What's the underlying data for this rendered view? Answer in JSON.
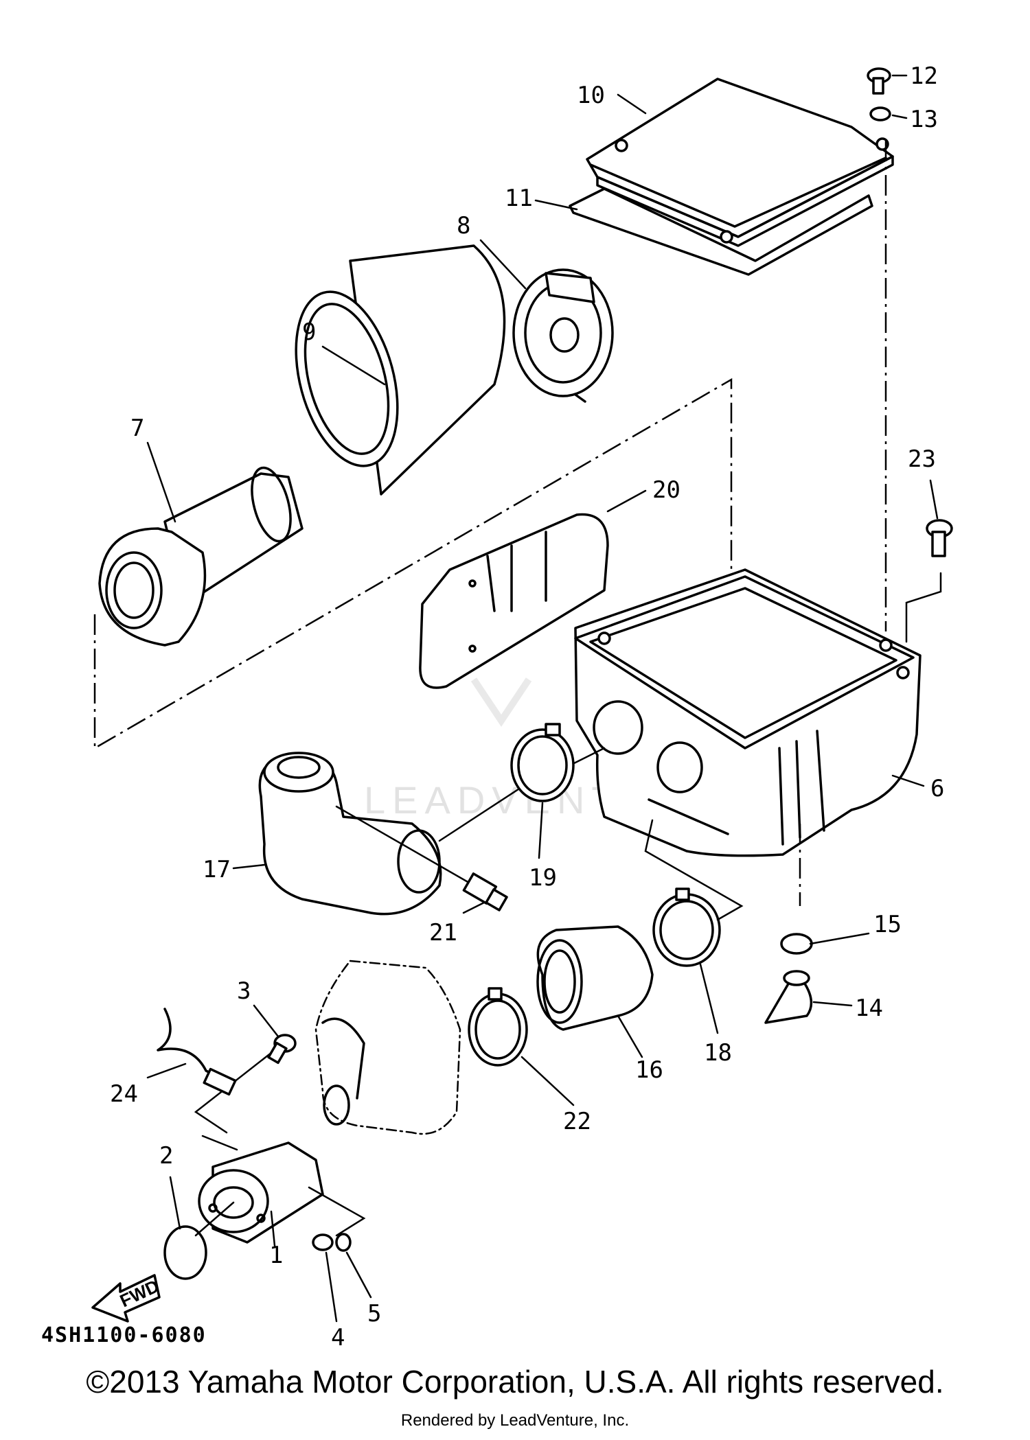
{
  "parts": [
    "1",
    "2",
    "3",
    "4",
    "5",
    "6",
    "7",
    "8",
    "9",
    "10",
    "11",
    "12",
    "13",
    "14",
    "15",
    "16",
    "17",
    "18",
    "19",
    "20",
    "21",
    "22",
    "23",
    "24"
  ],
  "diagram_code": "4SH1100-6080",
  "fwd_label": "FWD",
  "watermark": "LEADVENTURE",
  "copyright": "©2013 Yamaha Motor Corporation, U.S.A. All rights reserved.",
  "rendered_by": "Rendered by LeadVenture, Inc."
}
